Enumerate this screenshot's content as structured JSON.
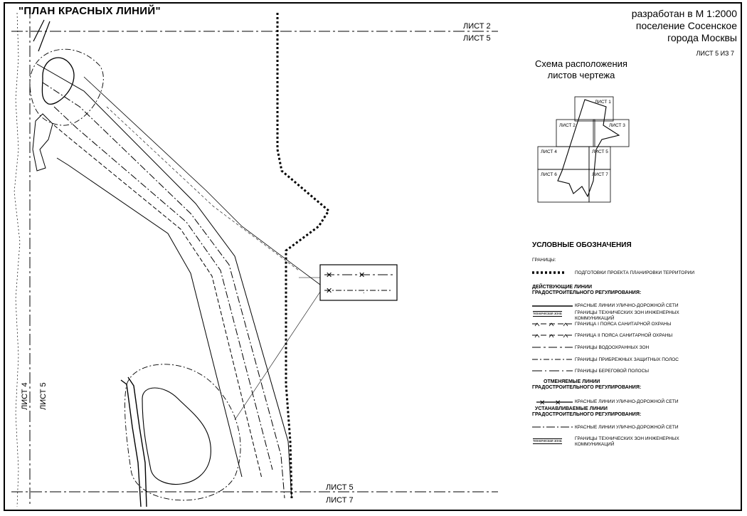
{
  "title": "\"ПЛАН КРАСНЫХ ЛИНИЙ\"",
  "header": {
    "line1": "разработан в М 1:2000",
    "line2": "поселение Сосенское",
    "line3": "города Москвы",
    "sheet_of": "ЛИСТ 5 ИЗ 7"
  },
  "sheet_labels": {
    "top_upper": "ЛИСТ 2",
    "top_lower": "ЛИСТ 5",
    "bottom_upper": "ЛИСТ 5",
    "bottom_lower": "ЛИСТ 7",
    "left_a": "ЛИСТ 4",
    "left_b": "ЛИСТ 5"
  },
  "scheme": {
    "title_line1": "Схема расположения",
    "title_line2": "листов чертежа",
    "sheets": [
      "ЛИСТ 1",
      "ЛИСТ 2",
      "ЛИСТ 3",
      "ЛИСТ 4",
      "ЛИСТ 5",
      "ЛИСТ 6",
      "ЛИСТ 7"
    ]
  },
  "legend": {
    "heading": "УСЛОВНЫЕ ОБОЗНАЧЕНИЯ",
    "boundaries_label": "ГРАНИЦЫ:",
    "project_boundary": "ПОДГОТОВКИ ПРОЕКТА ПЛАНИРОВКИ ТЕРРИТОРИИ",
    "existing_header_1": "ДЕЙСТВУЮЩИЕ ЛИНИИ",
    "existing_header_2": "ГРАДОСТРОИТЕЛЬНОГО РЕГУЛИРОВАНИЯ:",
    "existing_items": [
      "КРАСНЫЕ ЛИНИИ УЛИЧНО-ДОРОЖНОЙ СЕТИ",
      "ГРАНИЦЫ ТЕХНИЧЕСКИХ ЗОН ИНЖЕНЕРНЫХ",
      "КОММУНИКАЦИЙ",
      "ГРАНИЦА I ПОЯСА САНИТАРНОЙ ОХРАНЫ",
      "ГРАНИЦА II ПОЯСА САНИТАРНОЙ ОХРАНЫ",
      "ГРАНИЦЫ ВОДООХРАННЫХ ЗОН",
      "ГРАНИЦЫ ПРИБРЕЖНЫХ ЗАЩИТНЫХ ПОЛОС",
      "ГРАНИЦЫ БЕРЕГОВОЙ ПОЛОСЫ"
    ],
    "cancelled_header_1": "ОТМЕНЯЕМЫЕ ЛИНИИ",
    "cancelled_header_2": "ГРАДОСТРОИТЕЛЬНОГО РЕГУЛИРОВАНИЯ:",
    "cancelled_items": [
      "КРАСНЫЕ ЛИНИИ УЛИЧНО-ДОРОЖНОЙ СЕТИ"
    ],
    "new_header_1": "УСТАНАВЛИВАЕМЫЕ ЛИНИИ",
    "new_header_2": "ГРАДОСТРОИТЕЛЬНОГО РЕГУЛИРОВАНИЯ:",
    "new_items": [
      "КРАСНЫЕ ЛИНИИ УЛИЧНО-ДОРОЖНОЙ СЕТИ",
      "ГРАНИЦЫ ТЕХНИЧЕСКИХ ЗОН ИНЖЕНЕРНЫХ",
      "КОММУНИКАЦИЙ"
    ],
    "zone_tag_existing": "техническая зона",
    "zone_tag_new": "техническая зона"
  }
}
